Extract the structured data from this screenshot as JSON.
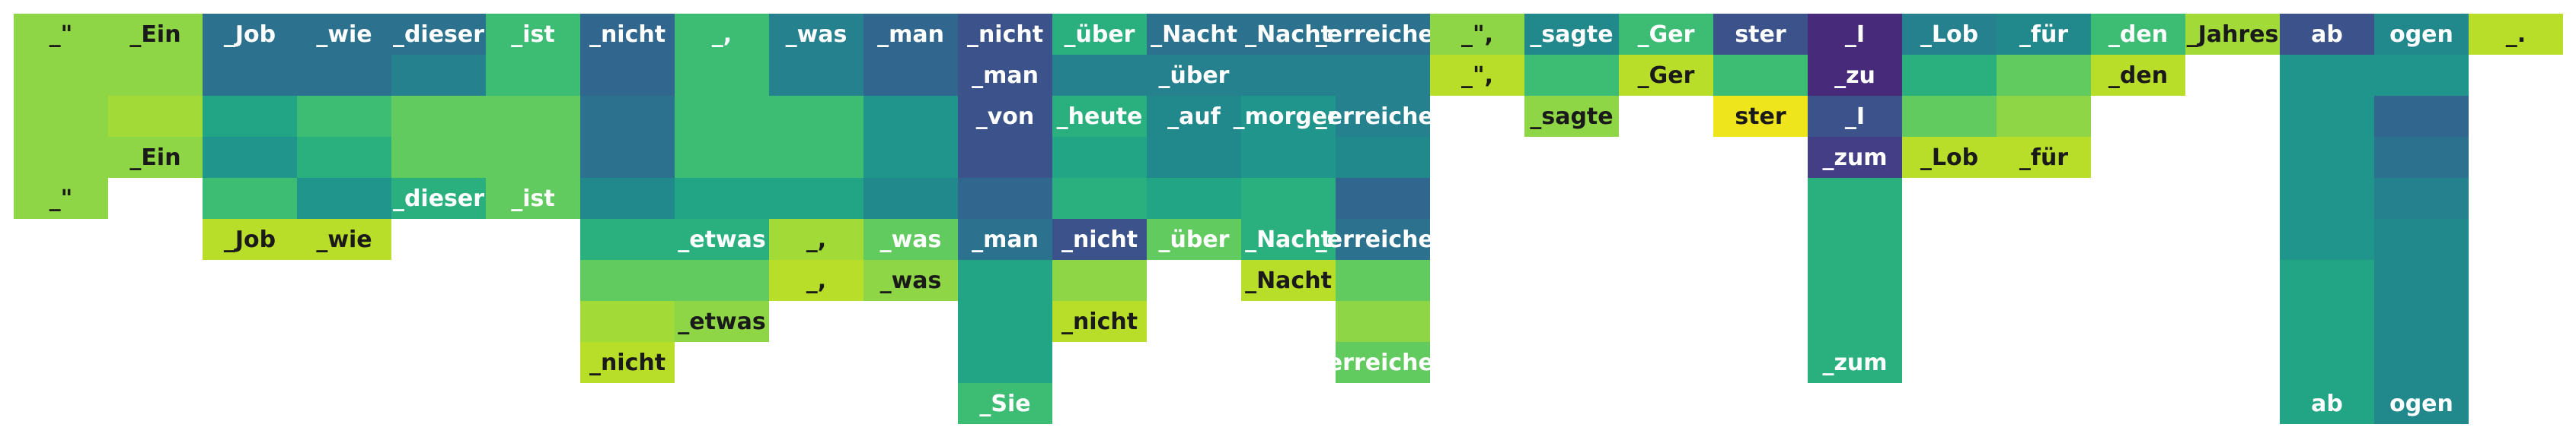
{
  "palette": {
    "lime": "#8fd646",
    "lime2": "#a2da37",
    "yellowgreen": "#b8de29",
    "yellow": "#efe51c",
    "lightgreen": "#62cb5f",
    "green": "#3dbc74",
    "mint": "#2ab07f",
    "teal": "#21a585",
    "teal2": "#1f958b",
    "cyan": "#21888c",
    "blue1": "#25818e",
    "blue2": "#2c728e",
    "blue3": "#31668e",
    "navy": "#3b528b",
    "indigo": "#433e85",
    "purple": "#472a7a"
  },
  "columns": [
    {
      "cells": [
        {
          "row": 0,
          "label": "_\"",
          "color": "lime"
        },
        {
          "row": 1,
          "label": "",
          "color": "lime"
        },
        {
          "row": 2,
          "label": "",
          "color": "lime"
        },
        {
          "row": 3,
          "label": "",
          "color": "lime"
        },
        {
          "row": 4,
          "label": "_\"",
          "color": "lime"
        }
      ]
    },
    {
      "cells": [
        {
          "row": 0,
          "label": "_Ein",
          "color": "lime"
        },
        {
          "row": 1,
          "label": "",
          "color": "lime"
        },
        {
          "row": 2,
          "label": "",
          "color": "lime2"
        },
        {
          "row": 3,
          "label": "_Ein",
          "color": "lime"
        }
      ]
    },
    {
      "cells": [
        {
          "row": 0,
          "label": "_Job",
          "color": "blue2"
        },
        {
          "row": 1,
          "label": "",
          "color": "blue2"
        },
        {
          "row": 2,
          "label": "",
          "color": "teal"
        },
        {
          "row": 3,
          "label": "",
          "color": "teal2"
        },
        {
          "row": 4,
          "label": "",
          "color": "green"
        },
        {
          "row": 5,
          "label": "_Job",
          "color": "yellowgreen"
        }
      ]
    },
    {
      "cells": [
        {
          "row": 0,
          "label": "_wie",
          "color": "blue2"
        },
        {
          "row": 1,
          "label": "",
          "color": "blue2"
        },
        {
          "row": 2,
          "label": "",
          "color": "green"
        },
        {
          "row": 3,
          "label": "",
          "color": "mint"
        },
        {
          "row": 4,
          "label": "",
          "color": "teal2"
        },
        {
          "row": 5,
          "label": "_wie",
          "color": "yellowgreen"
        }
      ]
    },
    {
      "cells": [
        {
          "row": 0,
          "label": "_dieser",
          "color": "blue2"
        },
        {
          "row": 1,
          "label": "",
          "color": "blue1"
        },
        {
          "row": 2,
          "label": "",
          "color": "lightgreen"
        },
        {
          "row": 3,
          "label": "",
          "color": "lightgreen"
        },
        {
          "row": 4,
          "label": "_dieser",
          "color": "mint"
        }
      ]
    },
    {
      "cells": [
        {
          "row": 0,
          "label": "_ist",
          "color": "green"
        },
        {
          "row": 1,
          "label": "",
          "color": "green"
        },
        {
          "row": 2,
          "label": "",
          "color": "lightgreen"
        },
        {
          "row": 3,
          "label": "",
          "color": "lightgreen"
        },
        {
          "row": 4,
          "label": "_ist",
          "color": "lightgreen"
        }
      ]
    },
    {
      "cells": [
        {
          "row": 0,
          "label": "_nicht",
          "color": "blue3"
        },
        {
          "row": 1,
          "label": "",
          "color": "blue3"
        },
        {
          "row": 2,
          "label": "",
          "color": "blue2"
        },
        {
          "row": 3,
          "label": "",
          "color": "blue2"
        },
        {
          "row": 4,
          "label": "",
          "color": "cyan"
        },
        {
          "row": 5,
          "label": "",
          "color": "mint"
        },
        {
          "row": 6,
          "label": "",
          "color": "lightgreen"
        },
        {
          "row": 7,
          "label": "",
          "color": "lime2"
        },
        {
          "row": 8,
          "label": "_nicht",
          "color": "yellowgreen"
        }
      ]
    },
    {
      "cells": [
        {
          "row": 0,
          "label": "_,",
          "color": "green"
        },
        {
          "row": 1,
          "label": "",
          "color": "green"
        },
        {
          "row": 2,
          "label": "",
          "color": "green"
        },
        {
          "row": 3,
          "label": "",
          "color": "green"
        },
        {
          "row": 4,
          "label": "",
          "color": "teal"
        },
        {
          "row": 5,
          "label": "_etwas",
          "color": "mint"
        },
        {
          "row": 6,
          "label": "",
          "color": "lightgreen"
        },
        {
          "row": 7,
          "label": "_etwas",
          "color": "lime"
        }
      ]
    },
    {
      "cells": [
        {
          "row": 0,
          "label": "_was",
          "color": "blue1"
        },
        {
          "row": 1,
          "label": "",
          "color": "blue1"
        },
        {
          "row": 2,
          "label": "",
          "color": "green"
        },
        {
          "row": 3,
          "label": "",
          "color": "green"
        },
        {
          "row": 4,
          "label": "",
          "color": "teal"
        },
        {
          "row": 5,
          "label": "_,",
          "color": "lime2"
        },
        {
          "row": 6,
          "label": "_,",
          "color": "yellowgreen"
        }
      ]
    },
    {
      "cells": [
        {
          "row": 0,
          "label": "_man",
          "color": "blue3"
        },
        {
          "row": 1,
          "label": "",
          "color": "blue3"
        },
        {
          "row": 2,
          "label": "",
          "color": "teal2"
        },
        {
          "row": 3,
          "label": "",
          "color": "teal2"
        },
        {
          "row": 4,
          "label": "",
          "color": "cyan"
        },
        {
          "row": 5,
          "label": "_was",
          "color": "lightgreen"
        },
        {
          "row": 6,
          "label": "_was",
          "color": "lime"
        }
      ]
    },
    {
      "cells": [
        {
          "row": 0,
          "label": "_nicht",
          "color": "navy"
        },
        {
          "row": 1,
          "label": "_man",
          "color": "navy"
        },
        {
          "row": 2,
          "label": "_von",
          "color": "navy"
        },
        {
          "row": 3,
          "label": "",
          "color": "navy"
        },
        {
          "row": 4,
          "label": "",
          "color": "blue3"
        },
        {
          "row": 5,
          "label": "_man",
          "color": "blue2"
        },
        {
          "row": 6,
          "label": "",
          "color": "teal"
        },
        {
          "row": 7,
          "label": "",
          "color": "teal"
        },
        {
          "row": 8,
          "label": "",
          "color": "teal"
        },
        {
          "row": 9,
          "label": "_Sie",
          "color": "green"
        }
      ]
    },
    {
      "cells": [
        {
          "row": 0,
          "label": "_über",
          "color": "mint"
        },
        {
          "row": 1,
          "label": "",
          "color": "blue1"
        },
        {
          "row": 2,
          "label": "_heute",
          "color": "mint"
        },
        {
          "row": 3,
          "label": "",
          "color": "teal"
        },
        {
          "row": 4,
          "label": "",
          "color": "mint"
        },
        {
          "row": 5,
          "label": "_nicht",
          "color": "navy"
        },
        {
          "row": 6,
          "label": "",
          "color": "lime"
        },
        {
          "row": 7,
          "label": "_nicht",
          "color": "yellowgreen"
        }
      ]
    },
    {
      "cells": [
        {
          "row": 0,
          "label": "_Nacht",
          "color": "blue2"
        },
        {
          "row": 1,
          "label": "_über",
          "color": "blue1"
        },
        {
          "row": 2,
          "label": "_auf",
          "color": "cyan"
        },
        {
          "row": 3,
          "label": "",
          "color": "cyan"
        },
        {
          "row": 4,
          "label": "",
          "color": "teal"
        },
        {
          "row": 5,
          "label": "_über",
          "color": "lightgreen"
        }
      ]
    },
    {
      "cells": [
        {
          "row": 0,
          "label": "_Nacht",
          "color": "blue2"
        },
        {
          "row": 1,
          "label": "",
          "color": "blue1"
        },
        {
          "row": 2,
          "label": "_morgen",
          "color": "teal2"
        },
        {
          "row": 3,
          "label": "",
          "color": "teal2"
        },
        {
          "row": 4,
          "label": "",
          "color": "mint"
        },
        {
          "row": 5,
          "label": "_Nacht",
          "color": "mint"
        },
        {
          "row": 6,
          "label": "_Nacht",
          "color": "yellowgreen"
        }
      ]
    },
    {
      "cells": [
        {
          "row": 0,
          "label": "_erreichen",
          "color": "blue2"
        },
        {
          "row": 1,
          "label": "",
          "color": "blue1"
        },
        {
          "row": 2,
          "label": "_erreichen",
          "color": "blue1"
        },
        {
          "row": 3,
          "label": "",
          "color": "cyan"
        },
        {
          "row": 4,
          "label": "",
          "color": "blue3"
        },
        {
          "row": 5,
          "label": "_erreichen",
          "color": "blue2"
        },
        {
          "row": 6,
          "label": "",
          "color": "lightgreen"
        },
        {
          "row": 7,
          "label": "",
          "color": "lime"
        },
        {
          "row": 8,
          "label": "_erreichen",
          "color": "lightgreen"
        }
      ]
    },
    {
      "cells": [
        {
          "row": 0,
          "label": "_\",",
          "color": "lime"
        },
        {
          "row": 1,
          "label": "_\",",
          "color": "yellowgreen"
        }
      ]
    },
    {
      "cells": [
        {
          "row": 0,
          "label": "_sagte",
          "color": "cyan"
        },
        {
          "row": 1,
          "label": "",
          "color": "green"
        },
        {
          "row": 2,
          "label": "_sagte",
          "color": "lime"
        }
      ]
    },
    {
      "cells": [
        {
          "row": 0,
          "label": "_Ger",
          "color": "green"
        },
        {
          "row": 1,
          "label": "_Ger",
          "color": "yellowgreen"
        }
      ]
    },
    {
      "cells": [
        {
          "row": 0,
          "label": "ster",
          "color": "navy"
        },
        {
          "row": 1,
          "label": "",
          "color": "green"
        },
        {
          "row": 2,
          "label": "ster",
          "color": "yellow"
        }
      ]
    },
    {
      "cells": [
        {
          "row": 0,
          "label": "_I",
          "color": "purple"
        },
        {
          "row": 1,
          "label": "_zu",
          "color": "purple"
        },
        {
          "row": 2,
          "label": "_I",
          "color": "navy"
        },
        {
          "row": 3,
          "label": "_zum",
          "color": "indigo"
        },
        {
          "row": 4,
          "label": "",
          "color": "mint"
        },
        {
          "row": 5,
          "label": "",
          "color": "mint"
        },
        {
          "row": 6,
          "label": "",
          "color": "mint"
        },
        {
          "row": 7,
          "label": "",
          "color": "mint"
        },
        {
          "row": 8,
          "label": "_zum",
          "color": "mint"
        }
      ]
    },
    {
      "cells": [
        {
          "row": 0,
          "label": "_Lob",
          "color": "blue1"
        },
        {
          "row": 1,
          "label": "",
          "color": "mint"
        },
        {
          "row": 2,
          "label": "",
          "color": "lightgreen"
        },
        {
          "row": 3,
          "label": "_Lob",
          "color": "yellowgreen"
        }
      ]
    },
    {
      "cells": [
        {
          "row": 0,
          "label": "_für",
          "color": "cyan"
        },
        {
          "row": 1,
          "label": "",
          "color": "lightgreen"
        },
        {
          "row": 2,
          "label": "",
          "color": "lime"
        },
        {
          "row": 3,
          "label": "_für",
          "color": "yellowgreen"
        }
      ]
    },
    {
      "cells": [
        {
          "row": 0,
          "label": "_den",
          "color": "green"
        },
        {
          "row": 1,
          "label": "_den",
          "color": "yellowgreen"
        }
      ]
    },
    {
      "cells": [
        {
          "row": 0,
          "label": "_Jahres",
          "color": "lime2"
        }
      ]
    },
    {
      "cells": [
        {
          "row": 0,
          "label": "ab",
          "color": "navy"
        },
        {
          "row": 1,
          "label": "",
          "color": "teal2"
        },
        {
          "row": 2,
          "label": "",
          "color": "teal2"
        },
        {
          "row": 3,
          "label": "",
          "color": "teal2"
        },
        {
          "row": 4,
          "label": "",
          "color": "teal2"
        },
        {
          "row": 5,
          "label": "",
          "color": "teal2"
        },
        {
          "row": 6,
          "label": "",
          "color": "teal"
        },
        {
          "row": 7,
          "label": "",
          "color": "teal"
        },
        {
          "row": 8,
          "label": "",
          "color": "teal"
        },
        {
          "row": 9,
          "label": "ab",
          "color": "teal"
        }
      ]
    },
    {
      "cells": [
        {
          "row": 0,
          "label": "ogen",
          "color": "cyan"
        },
        {
          "row": 1,
          "label": "",
          "color": "teal2"
        },
        {
          "row": 2,
          "label": "",
          "color": "blue3"
        },
        {
          "row": 3,
          "label": "",
          "color": "blue2"
        },
        {
          "row": 4,
          "label": "",
          "color": "blue1"
        },
        {
          "row": 5,
          "label": "",
          "color": "cyan"
        },
        {
          "row": 6,
          "label": "",
          "color": "cyan"
        },
        {
          "row": 7,
          "label": "",
          "color": "cyan"
        },
        {
          "row": 8,
          "label": "",
          "color": "cyan"
        },
        {
          "row": 9,
          "label": "ogen",
          "color": "cyan"
        }
      ]
    },
    {
      "cells": [
        {
          "row": 0,
          "label": "_.",
          "color": "yellowgreen"
        }
      ]
    }
  ]
}
